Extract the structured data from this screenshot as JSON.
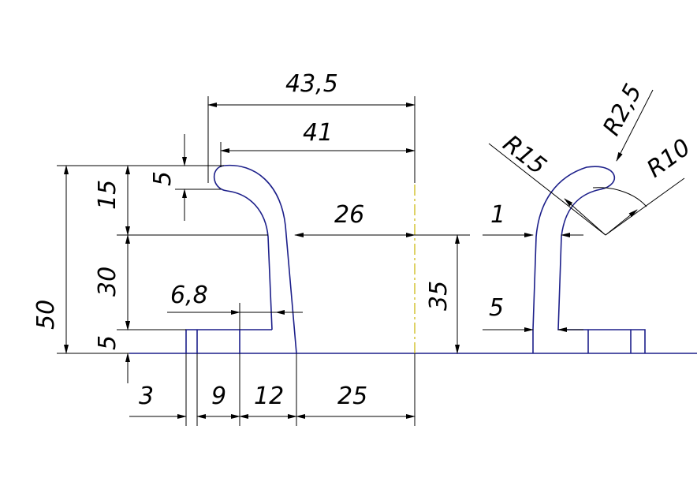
{
  "drawing": {
    "dimensions": {
      "overall_width": "43,5",
      "hook_width": "41",
      "tip_height": "5",
      "total_height": "50",
      "top_height": "15",
      "mid_height": "30",
      "base_height": "5",
      "offset_to_axis": "26",
      "hole_height": "6,8",
      "axis_height": "35",
      "stem_gap": "1",
      "wall_thickness": "5",
      "base_3": "3",
      "base_9": "9",
      "base_12": "12",
      "base_25": "25",
      "radius_r15": "R15",
      "radius_r25": "R2,5",
      "radius_r10": "R10"
    }
  }
}
